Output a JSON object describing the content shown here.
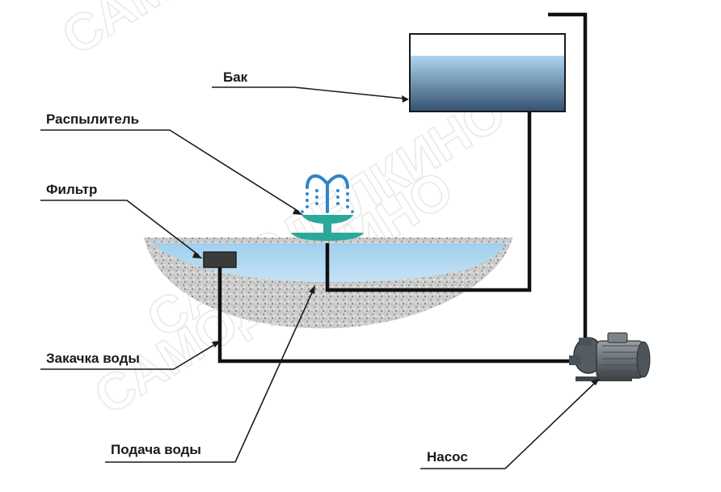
{
  "labels": {
    "tank": "Бак",
    "sprayer": "Распылитель",
    "filter": "Фильтр",
    "water_intake": "Закачка воды",
    "water_supply": "Подача воды",
    "pump": "Насос"
  },
  "watermark": "САМОДЕЛКИНО",
  "colors": {
    "water": "#a9d3ee",
    "water_deep": "#36506f",
    "fountain": "#2aa89a",
    "spray": "#2e86c8",
    "gravel": "#c9c9c9",
    "pump": "#6f777d",
    "pipe": "#111111"
  }
}
